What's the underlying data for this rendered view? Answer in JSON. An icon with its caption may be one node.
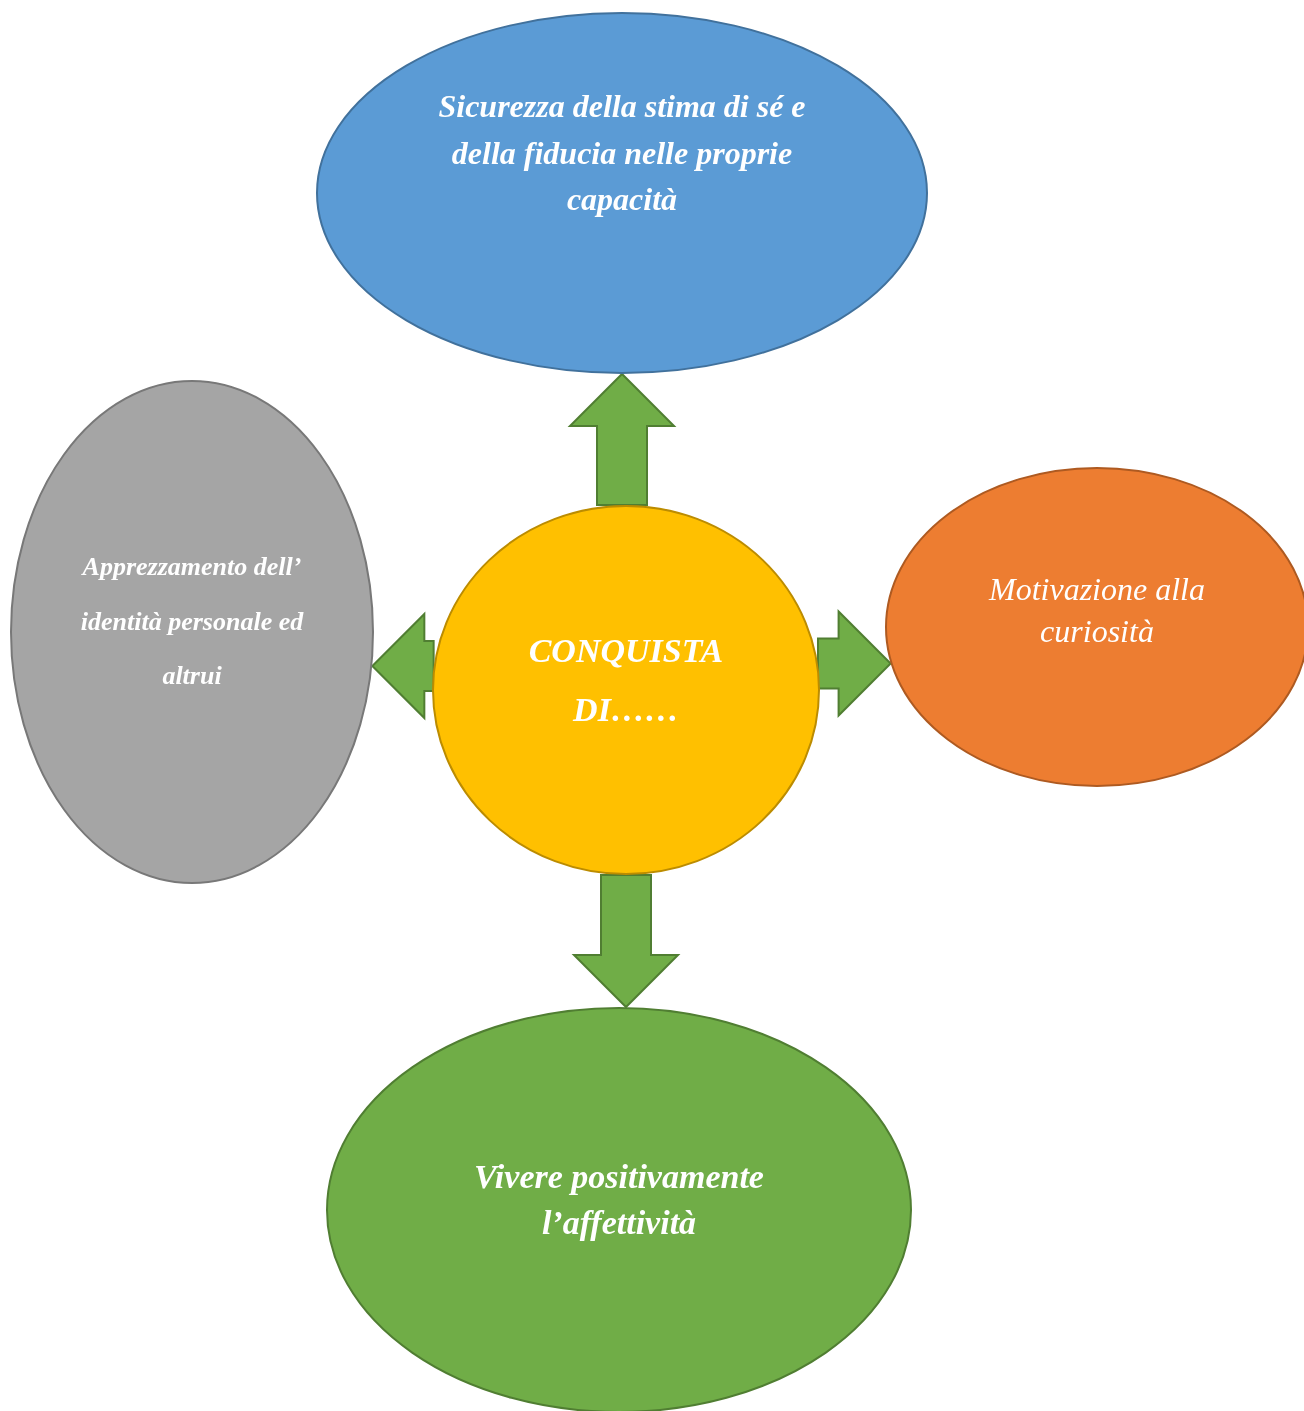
{
  "diagram": {
    "nodes": [
      {
        "text": [
          "Sicurezza della stima di sé e della fiducia nelle proprie capacità"
        ]
      },
      {
        "text": [
          "Apprezzamento dell’ identità personale ed altrui"
        ]
      },
      {
        "text": [
          "CONQUISTA DI……"
        ]
      },
      {
        "text": [
          "Motivazione alla curiosità"
        ]
      },
      {
        "text": [
          "Vivere positivamente l’affettività"
        ]
      }
    ],
    "edges": [
      {
        "from": 2,
        "to": 0,
        "arrow": "to",
        "style": "thick"
      },
      {
        "from": 2,
        "to": 1,
        "arrow": "to",
        "style": "thick"
      },
      {
        "from": 2,
        "to": 3,
        "arrow": "to",
        "style": "thick"
      },
      {
        "from": 2,
        "to": 4,
        "arrow": "to",
        "style": "thick"
      }
    ]
  }
}
